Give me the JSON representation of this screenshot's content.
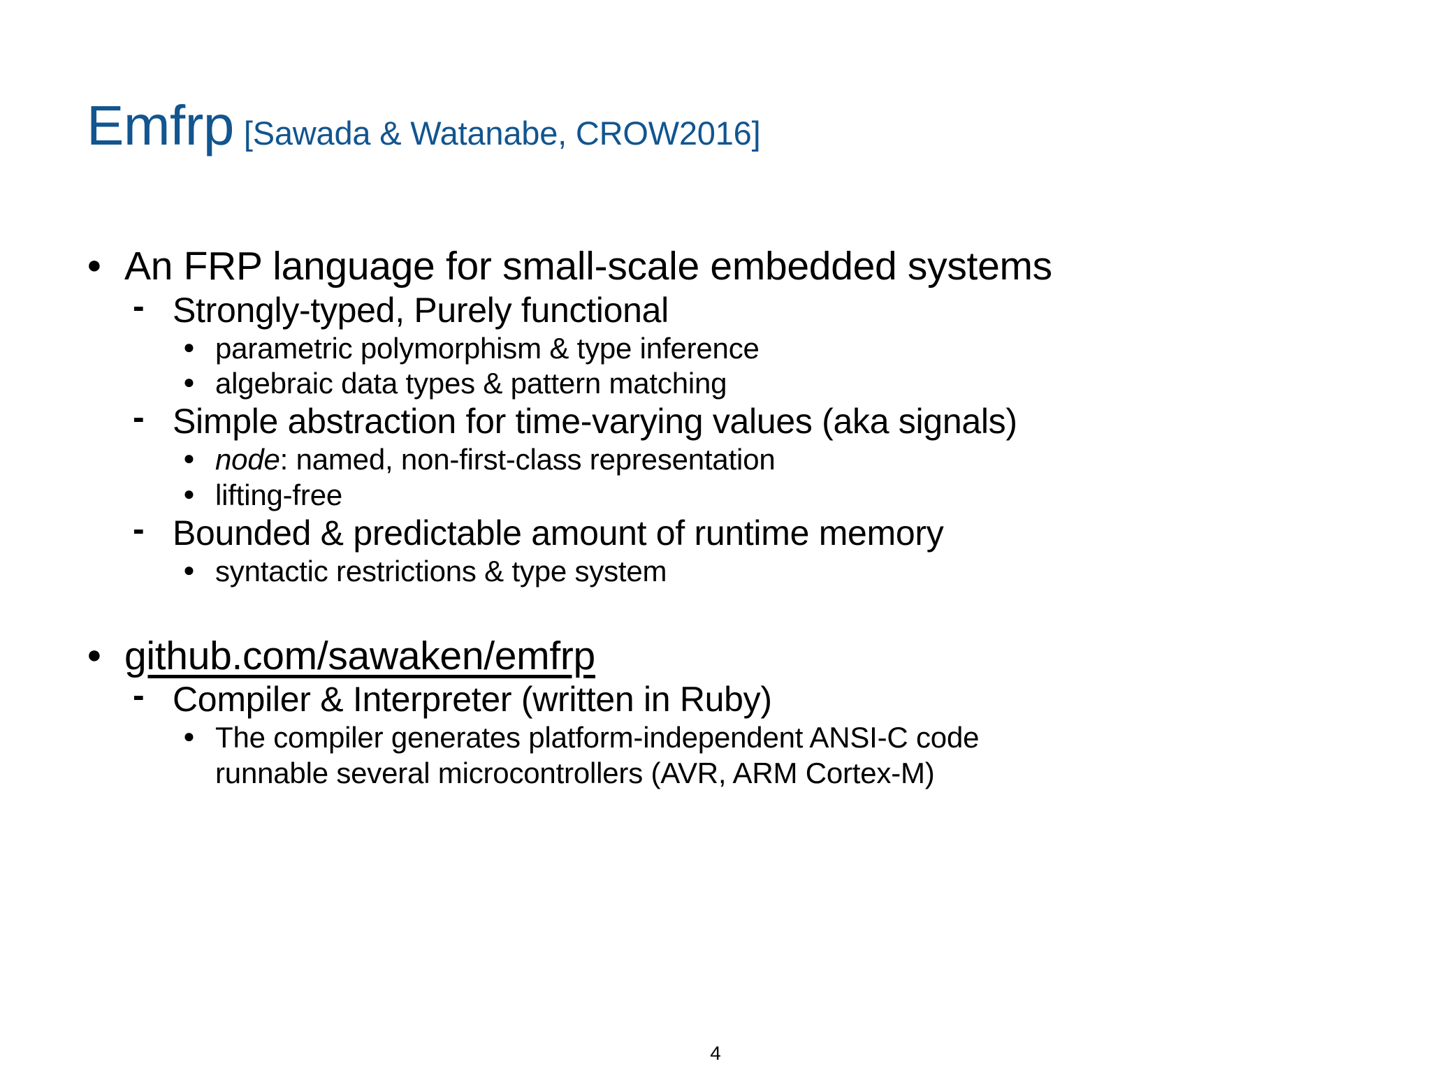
{
  "slide": {
    "background_color": "#ffffff",
    "title": {
      "main": "Emfrp",
      "citation": "[Sawada & Watanabe, CROW2016]",
      "color": "#12558f"
    },
    "page_number": "4",
    "markers": {
      "level1": "●",
      "level2": "-",
      "level3": "●"
    },
    "outline": {
      "b1": {
        "text": "An FRP language for small-scale embedded systems",
        "s1": {
          "text": "Strongly-typed, Purely functional",
          "t1": "parametric polymorphism & type inference",
          "t2": "algebraic data types & pattern matching"
        },
        "s2": {
          "text": "Simple abstraction for time-varying values (aka signals)",
          "t1_italic": "node",
          "t1_rest": ": named, non-first-class representation",
          "t2": "lifting-free"
        },
        "s3": {
          "text": "Bounded & predictable amount of runtime memory",
          "t1": "syntactic restrictions & type system"
        }
      },
      "b2": {
        "text": "github.com/sawaken/emfrp",
        "s1": {
          "text": "Compiler & Interpreter (written in Ruby)",
          "t1_line1": "The compiler generates platform-independent ANSI-C code",
          "t1_line2": "runnable several microcontrollers (AVR, ARM Cortex-M)"
        }
      }
    }
  }
}
